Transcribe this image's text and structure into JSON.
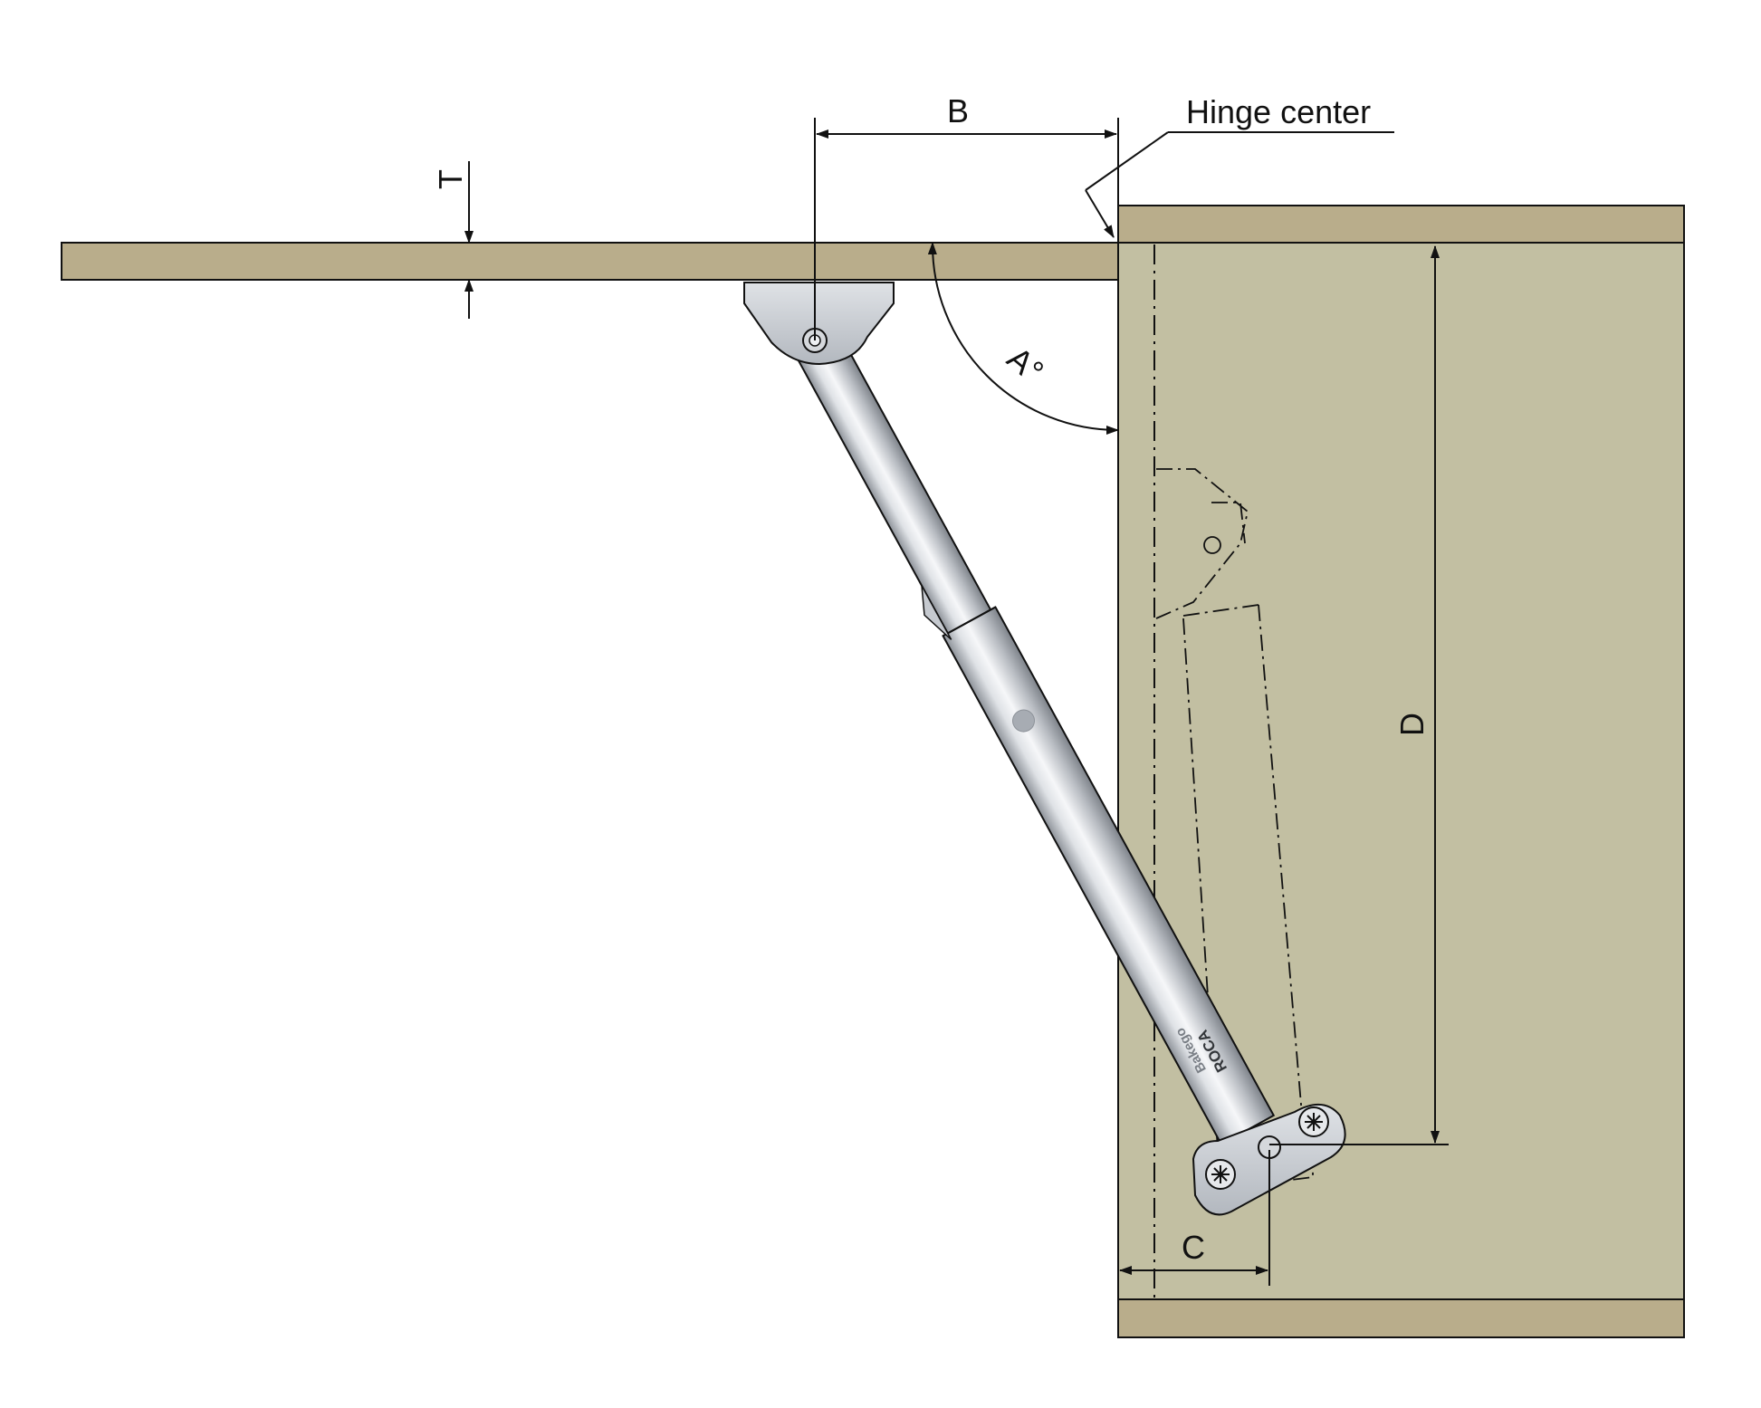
{
  "diagram": {
    "labels": {
      "hinge_center": "Hinge center",
      "dim_b": "B",
      "dim_t": "T",
      "dim_a": "A°",
      "dim_d": "D",
      "dim_c": "C"
    },
    "strut_brand": {
      "line1": "Bakego",
      "line2": "ROCA"
    },
    "colors": {
      "board_light": "#c2bfa2",
      "board_dark": "#b9ad8b",
      "steel_light": "#eef0f3",
      "steel_mid": "#c5c9cf",
      "steel_dark": "#8d9299",
      "line": "#111111"
    }
  }
}
